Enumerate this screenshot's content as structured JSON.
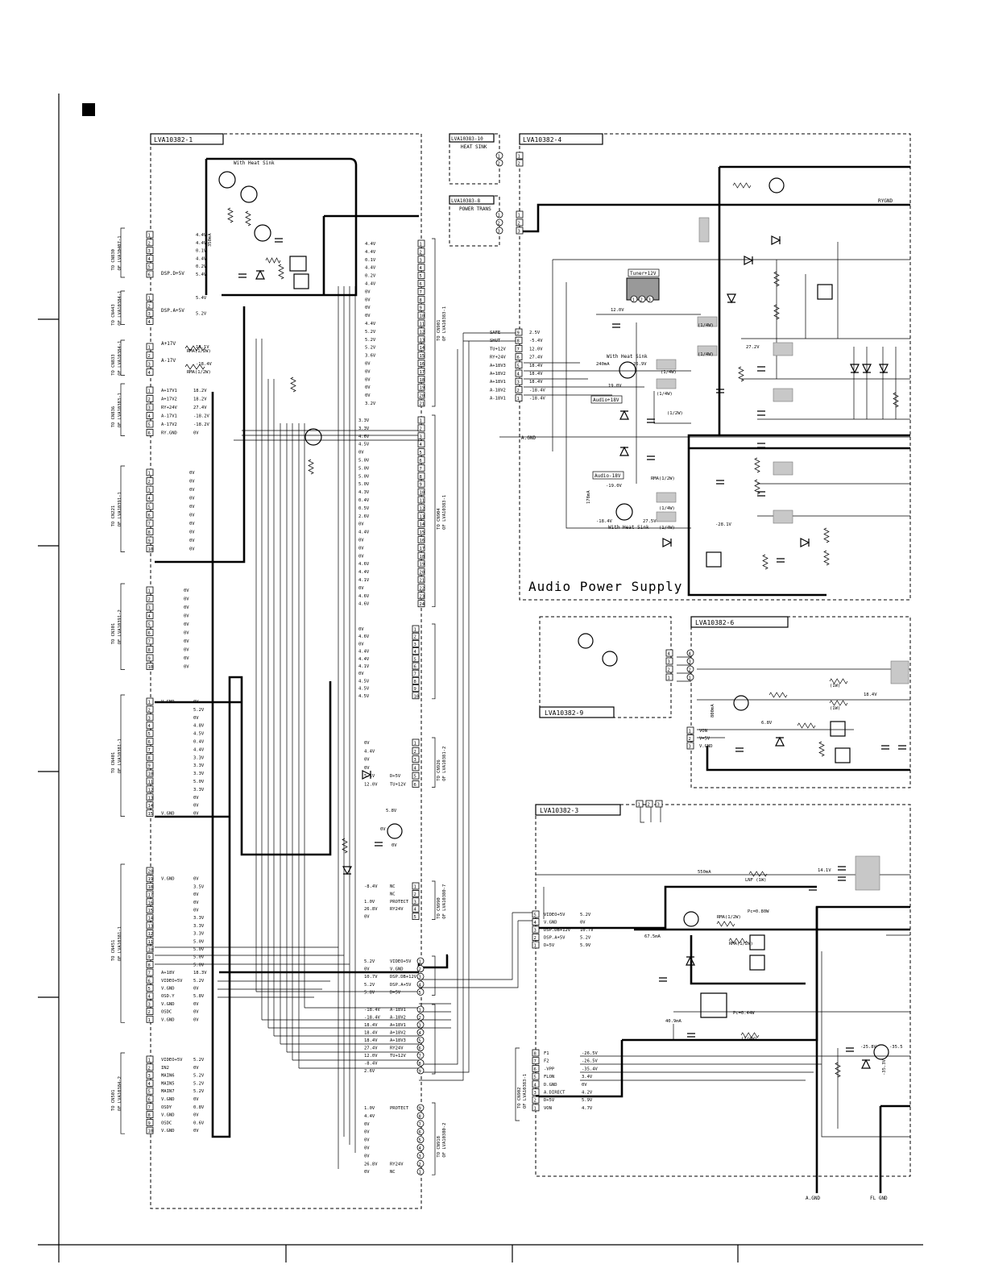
{
  "title_marker": "■",
  "boards": {
    "b1": "LVA10382-1",
    "b4": "LVA10382-4",
    "b10": "LVA10383-10",
    "b8": "LVA10383-8",
    "b6": "LVA10382-6",
    "b9": "LVA10382-9",
    "b3": "LVA10382-3"
  },
  "misc": {
    "heat_sink": "HEAT SINK",
    "power_trans": "POWER TRANS",
    "with_heat_sink": "With Heat Sink",
    "audio_power_supply": "Audio Power Supply",
    "ryground": "RYGND",
    "agnd_bottom": "A.GND",
    "flgnd_bottom": "FL GND",
    "tuner12": "Tuner+12V",
    "audio18": "Audio+18V",
    "audio_m18": "Audio-18V",
    "agnd_mid": "A.GND",
    "dsp_d5v": "DSP.D+5V",
    "dsp_a5v": "DSP.A+5V",
    "aplus17": "A+17V",
    "aminus17": "A-17V",
    "rma_half": "RMA(1/2W)",
    "quarter_w": "(1/4W)",
    "half_w": "(1/2W)",
    "one_w": "(1W)",
    "lnf_1w": "LNF (1W)",
    "pc080": "Pc=0.80W",
    "pc044": "Pc=0.44W",
    "cur_350": "350mA",
    "cur_240": "240mA",
    "cur_178": "178mA",
    "cur_800": "800mA",
    "cur_550": "550mA",
    "cur_675": "67.5mA",
    "cur_409": "40.9mA",
    "v_m28": "-28.1V",
    "v_m190": "-19.0V",
    "v_190": "19.0V",
    "v_m184": "-18.4V",
    "v_269": "26.9V",
    "v_275": "27.5V",
    "v_272": "27.2V",
    "v_120": "12.0V",
    "v_184": "18.4V",
    "v_68": "6.8V",
    "v_141": "14.1V",
    "v_m258": "-25.8V",
    "v_m35": "-35.5",
    "v_m353": "-35.3V",
    "v_58": "5.8V",
    "v_0": "0V"
  },
  "conn_left": {
    "cn4": {
      "to": "TO CN830",
      "of": "OF LVA10407-1",
      "rows": [
        "4.4V",
        "4.4V",
        "0.1V",
        "4.4V",
        "0.2V",
        "5.4V"
      ]
    },
    "cn3": {
      "to": "TO CN443",
      "of": "OF LVA10384-1",
      "rows": [
        "5.4V",
        "",
        "5.2V",
        ""
      ]
    },
    "cn2": {
      "to": "TO CN833",
      "of": "OF LVA10384-1",
      "rows": [
        "18.1V",
        "",
        "-18.4V",
        ""
      ]
    },
    "cn5": {
      "to": "TO CN836",
      "of": "OF LVA10383-1",
      "rows": [
        [
          "A+17V1",
          "18.2V"
        ],
        [
          "A+17V2",
          "18.2V"
        ],
        [
          "RY+24V",
          "27.4V"
        ],
        [
          "A-17V1",
          "-18.2V"
        ],
        [
          "A-17V2",
          "-18.2V"
        ],
        [
          "RY.GND",
          "0V"
        ]
      ]
    },
    "cn6": {
      "to": "TO CN221",
      "of": "OF LVA10391-1",
      "rows": [
        "0V",
        "0V",
        "0V",
        "0V",
        "0V",
        "0V",
        "0V",
        "0V",
        "0V",
        "0V"
      ]
    },
    "cn7": {
      "to": "TO CN301",
      "of": "OF LVA10391-2",
      "rows": [
        "0V",
        "0V",
        "0V",
        "0V",
        "0V",
        "0V",
        "0V",
        "0V",
        "0V",
        "0V"
      ]
    },
    "cn8": {
      "to": "TO CN401",
      "of": "OF LVA10381-1",
      "rows": [
        [
          "V.GND",
          "0V"
        ],
        [
          "",
          "5.2V"
        ],
        [
          "",
          "0V"
        ],
        [
          "",
          "4.8V"
        ],
        [
          "",
          "4.5V"
        ],
        [
          "",
          "0.4V"
        ],
        [
          "",
          "4.4V"
        ],
        [
          "",
          "3.3V"
        ],
        [
          "",
          "3.3V"
        ],
        [
          "",
          "3.3V"
        ],
        [
          "",
          "5.0V"
        ],
        [
          "",
          "3.3V"
        ],
        [
          "",
          "0V"
        ],
        [
          "",
          "0V"
        ],
        [
          "V.GND",
          "0V"
        ]
      ]
    },
    "cn9": {
      "to": "TO CN451",
      "of": "OF LVA10381-1",
      "rows": [
        [
          "",
          ""
        ],
        [
          "V.GND",
          "0V"
        ],
        [
          "",
          "3.5V"
        ],
        [
          "",
          "0V"
        ],
        [
          "",
          "0V"
        ],
        [
          "",
          "0V"
        ],
        [
          "",
          "3.3V"
        ],
        [
          "",
          "3.3V"
        ],
        [
          "",
          "3.3V"
        ],
        [
          "",
          "5.0V"
        ],
        [
          "",
          "5.0V"
        ],
        [
          "",
          "5.0V"
        ],
        [
          "",
          "5.0V"
        ],
        [
          "A+18V",
          "18.3V"
        ],
        [
          "VIDEO+5V",
          "5.2V"
        ],
        [
          "V.GND",
          "0V"
        ],
        [
          "OSD.Y",
          "5.8V"
        ],
        [
          "V.GND",
          "0V"
        ],
        [
          "OSDC",
          "0V"
        ],
        [
          "V.GND",
          "0V"
        ]
      ]
    },
    "cn10": {
      "to": "TO CN501",
      "of": "OF LVA10384-2",
      "rows": [
        [
          "VIDEO+5V",
          "5.2V"
        ],
        [
          "IN2",
          "0V"
        ],
        [
          "MAIN6",
          "5.2V"
        ],
        [
          "MAIN5",
          "5.2V"
        ],
        [
          "MAIN7",
          "5.2V"
        ],
        [
          "V.GND",
          "0V"
        ],
        [
          "OSDY",
          "0.8V"
        ],
        [
          "V.GND",
          "0V"
        ],
        [
          "OSDC",
          "0.6V"
        ],
        [
          "V.GND",
          "0V"
        ]
      ]
    }
  },
  "conn_mid": {
    "cnA": {
      "to": "TO CN901",
      "of": "OF LVA10383-1",
      "rows": [
        "4.4V",
        "4.4V",
        "0.1V",
        "4.4V",
        "0.2V",
        "4.4V",
        "0V",
        "0V",
        "0V",
        "0V",
        "4.4V",
        "5.2V",
        "5.2V",
        "5.2V",
        "3.6V",
        "0V",
        "0V",
        "0V",
        "0V",
        "0V",
        "3.2V"
      ]
    },
    "cnB": {
      "to": "TO CN904",
      "of": "OF LVA10383-1",
      "rows": [
        "3.3V",
        "3.3V",
        "4.6V",
        "4.5V",
        "0V",
        "5.0V",
        "5.0V",
        "5.0V",
        "5.0V",
        "4.3V",
        "0.4V",
        "0.5V",
        "2.6V",
        "0V",
        "4.4V",
        "0V",
        "0V",
        "0V",
        "4.6V",
        "4.4V",
        "4.1V",
        "0V",
        "4.6V",
        "4.6V"
      ]
    },
    "cnC": {
      "rows": [
        "0V",
        "4.6V",
        "0V",
        "4.4V",
        "4.4V",
        "4.1V",
        "0V",
        "4.5V",
        "4.5V",
        "4.5V"
      ]
    },
    "cnD": {
      "to": "TO CN926",
      "of": "OF LVA10381-2",
      "rows": [
        [
          "0V",
          ""
        ],
        [
          "4.4V",
          ""
        ],
        [
          "0V",
          ""
        ],
        [
          "0V",
          ""
        ],
        [
          "5.1V",
          "D+5V"
        ],
        [
          "12.0V",
          "TU+12V"
        ]
      ]
    },
    "cnE": {
      "to": "TO CN990",
      "of": "OF LVA10380-7",
      "rows": [
        [
          "-8.4V",
          "NC"
        ],
        [
          "",
          "NC"
        ],
        [
          "1.0V",
          "PROTECT"
        ],
        [
          "26.8V",
          "RY24V"
        ],
        [
          "0V",
          ""
        ]
      ]
    },
    "cnF": {
      "rows": [
        [
          "5.2V",
          "VIDEO+5V"
        ],
        [
          "0V",
          "V.GND"
        ],
        [
          "10.7V",
          "DSP.DB+12V"
        ],
        [
          "5.2V",
          "DSP.A+5V"
        ],
        [
          "5.8V",
          "D+5V"
        ]
      ]
    },
    "cnG": {
      "rows": [
        [
          "-18.4V",
          "A-18V1"
        ],
        [
          "-18.4V",
          "A-18V2"
        ],
        [
          "18.4V",
          "A+18V1"
        ],
        [
          "18.4V",
          "A+18V2"
        ],
        [
          "18.4V",
          "A+18V3"
        ],
        [
          "27.4V",
          "RY24V"
        ],
        [
          "12.0V",
          "TU+12V"
        ],
        [
          "-8.4V",
          ""
        ],
        [
          "2.6V",
          ""
        ]
      ]
    },
    "cnH": {
      "to": "TO CN918",
      "of": "OF LVA10380-2",
      "rows": [
        [
          "1.0V",
          "PROTECT"
        ],
        [
          "4.4V",
          ""
        ],
        [
          "0V",
          ""
        ],
        [
          "0V",
          ""
        ],
        [
          "0V",
          ""
        ],
        [
          "0V",
          ""
        ],
        [
          "0V",
          ""
        ],
        [
          "26.8V",
          "RY24V"
        ],
        [
          "0V",
          "NC"
        ]
      ]
    }
  },
  "conn_aps": {
    "rows": [
      [
        "SAFE",
        "2.5V"
      ],
      [
        "SHUT",
        "-5.4V"
      ],
      [
        "TU+12V",
        "12.0V"
      ],
      [
        "RY+24V",
        "27.4V"
      ],
      [
        "A+18V3",
        "18.4V"
      ],
      [
        "A+18V2",
        "18.4V"
      ],
      [
        "A+18V1",
        "18.4V"
      ],
      [
        "A-18V2",
        "-18.4V"
      ],
      [
        "A-18V1",
        "-18.4V"
      ]
    ]
  },
  "conn_b3": {
    "rows": [
      [
        "VIDEO+5V",
        "5.2V"
      ],
      [
        "V.GND",
        "0V"
      ],
      [
        "DSP.DB+12V",
        "10.7V"
      ],
      [
        "DSP.A+5V",
        "5.2V"
      ],
      [
        "D+5V",
        "5.9V"
      ]
    ]
  },
  "conn_b3_bottom": {
    "to": "TO CN902",
    "of": "OF LVA10383-1",
    "rows": [
      [
        "F1",
        "-26.5V"
      ],
      [
        "F2",
        "-26.5V"
      ],
      [
        "-VPP",
        "-35.4V"
      ],
      [
        "FLON",
        "3.4V"
      ],
      [
        "D.GND",
        "0V"
      ],
      [
        "A.DIRECT",
        "4.2V"
      ],
      [
        "D+5V",
        "5.9V"
      ],
      [
        "VON",
        "4.7V"
      ]
    ]
  },
  "conn_b6": {
    "rows": [
      "VON",
      "V+5V",
      "V.GND"
    ]
  },
  "bottom_link": ""
}
